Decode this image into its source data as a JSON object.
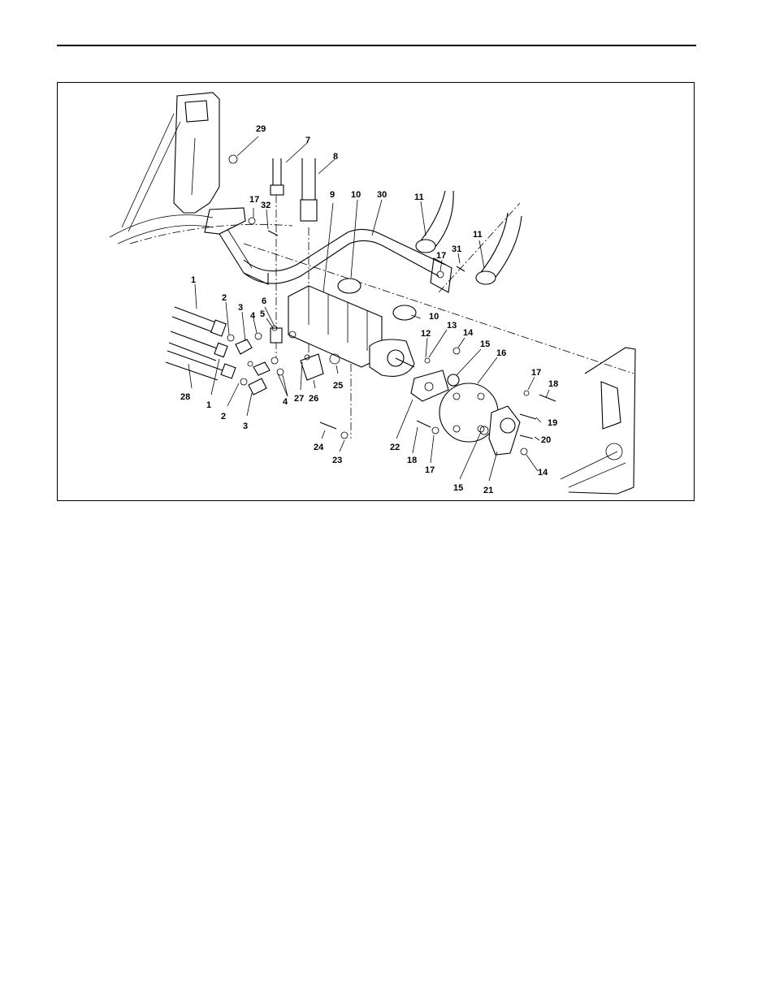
{
  "callouts": [
    {
      "id": "c29a",
      "text": "29"
    },
    {
      "id": "c7",
      "text": "7"
    },
    {
      "id": "c8",
      "text": "8"
    },
    {
      "id": "c9",
      "text": "9"
    },
    {
      "id": "c10a",
      "text": "10"
    },
    {
      "id": "c30",
      "text": "30"
    },
    {
      "id": "c11a",
      "text": "11"
    },
    {
      "id": "c11b",
      "text": "11"
    },
    {
      "id": "c17a",
      "text": "17"
    },
    {
      "id": "c32",
      "text": "32"
    },
    {
      "id": "c17b",
      "text": "17"
    },
    {
      "id": "c31",
      "text": "31"
    },
    {
      "id": "c1a",
      "text": "1"
    },
    {
      "id": "c2a",
      "text": "2"
    },
    {
      "id": "c3a",
      "text": "3"
    },
    {
      "id": "c4a",
      "text": "4"
    },
    {
      "id": "c5",
      "text": "5"
    },
    {
      "id": "c6",
      "text": "6"
    },
    {
      "id": "c10b",
      "text": "10"
    },
    {
      "id": "c12",
      "text": "12"
    },
    {
      "id": "c13",
      "text": "13"
    },
    {
      "id": "c14a",
      "text": "14"
    },
    {
      "id": "c15a",
      "text": "15"
    },
    {
      "id": "c16",
      "text": "16"
    },
    {
      "id": "c17c",
      "text": "17"
    },
    {
      "id": "c18a",
      "text": "18"
    },
    {
      "id": "c19",
      "text": "19"
    },
    {
      "id": "c20",
      "text": "20"
    },
    {
      "id": "c14b",
      "text": "14"
    },
    {
      "id": "c21",
      "text": "21"
    },
    {
      "id": "c15b",
      "text": "15"
    },
    {
      "id": "c28",
      "text": "28"
    },
    {
      "id": "c1b",
      "text": "1"
    },
    {
      "id": "c2b",
      "text": "2"
    },
    {
      "id": "c3b",
      "text": "3"
    },
    {
      "id": "c4b",
      "text": "4"
    },
    {
      "id": "c27",
      "text": "27"
    },
    {
      "id": "c26",
      "text": "26"
    },
    {
      "id": "c25",
      "text": "25"
    },
    {
      "id": "c24",
      "text": "24"
    },
    {
      "id": "c23",
      "text": "23"
    },
    {
      "id": "c22",
      "text": "22"
    },
    {
      "id": "c18b",
      "text": "18"
    },
    {
      "id": "c17d",
      "text": "17"
    }
  ]
}
